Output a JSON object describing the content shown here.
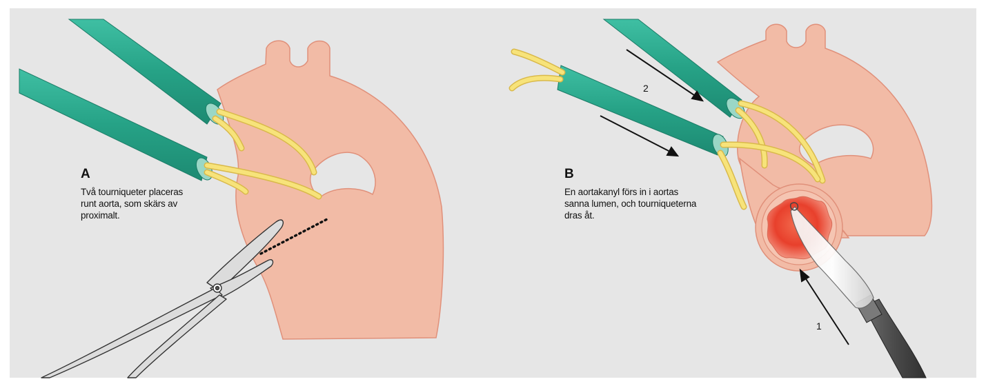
{
  "panel_a": {
    "letter": "A",
    "caption_lines": [
      "Två tourniqueter placeras",
      "runt aorta, som skärs av",
      "proximalt."
    ]
  },
  "panel_b": {
    "letter": "B",
    "caption_lines": [
      "En aortakanyl förs in i aortas",
      "sanna lumen, och tourniqueterna",
      "dras åt."
    ],
    "callout_1": "1",
    "callout_2": "2"
  },
  "colors": {
    "background": "#e6e6e6",
    "aorta_fill": "#f2bba6",
    "aorta_edge": "#e0907a",
    "tourniquet_tube": "#2aa78e",
    "tape": "#f7e37a",
    "instrument_steel": "#dcdcdc",
    "lumen_red": "#e8402c",
    "cannula_tube": "#5a5a5a"
  },
  "icons": [
    "aorta-illustration",
    "tourniquet-tube-icon",
    "surgical-scissors-icon",
    "cut-line-icon",
    "aortic-cannula-icon",
    "direction-arrow-icon"
  ]
}
